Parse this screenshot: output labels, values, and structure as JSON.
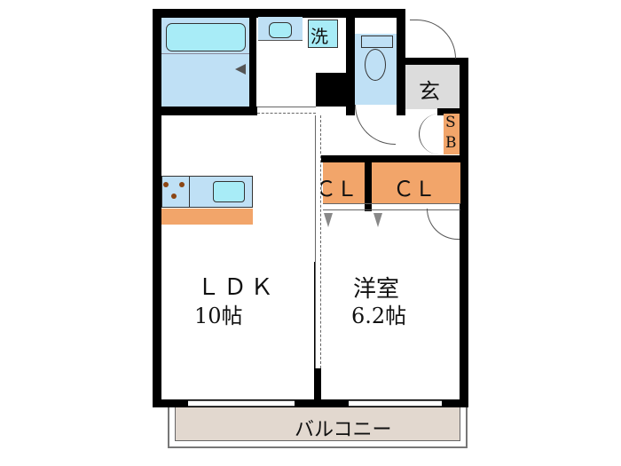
{
  "floorplan": {
    "rooms": {
      "ldk": {
        "name": "ＬＤＫ",
        "size": "10帖"
      },
      "western_room": {
        "name": "洋室",
        "size": "6.2帖"
      },
      "closet_1": {
        "name": "ＣＬ"
      },
      "closet_2": {
        "name": "ＣＬ"
      },
      "shoe_box_s": "S",
      "shoe_box_b": "B",
      "entrance": {
        "name": "玄"
      },
      "washer": {
        "name": "洗"
      },
      "balcony": {
        "name": "バルコニー"
      }
    },
    "colors": {
      "wall": "#000000",
      "fixture_blue": "#bfe0f5",
      "storage_orange": "#f2a56a",
      "entrance_gray": "#dcdcdc",
      "balcony_beige": "#e2d8cf"
    }
  }
}
